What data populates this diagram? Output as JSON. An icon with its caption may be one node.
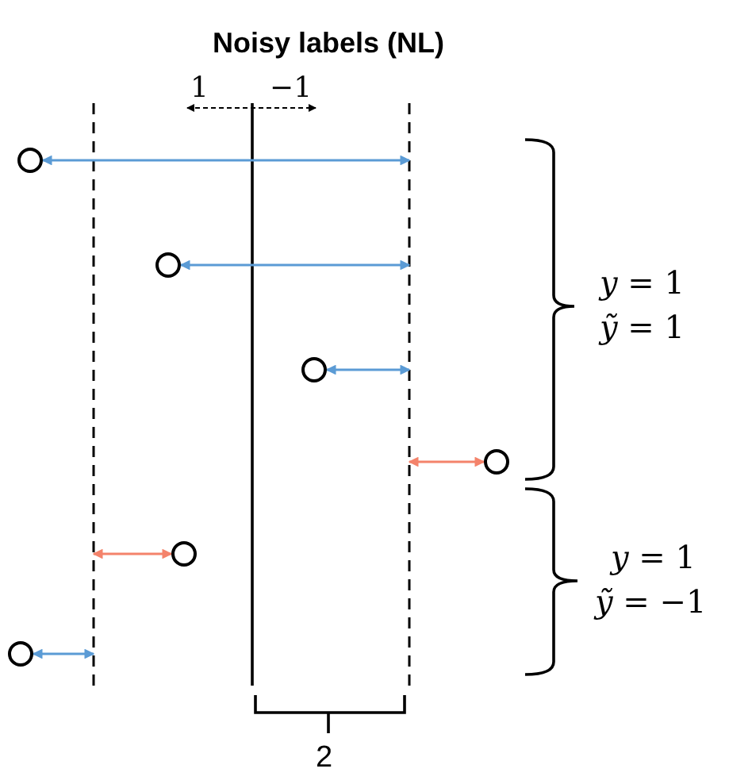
{
  "diagram": {
    "title": "Noisy labels (NL)",
    "nodes": [
      {
        "text": [],
        "shape": "circle"
      },
      {
        "text": [],
        "shape": "circle"
      },
      {
        "text": [],
        "shape": "circle"
      },
      {
        "text": [],
        "shape": "circle"
      },
      {
        "text": [],
        "shape": "circle"
      },
      {
        "text": [],
        "shape": "circle"
      }
    ],
    "edges": [
      {
        "from": 0,
        "to": null,
        "arrow": "both"
      },
      {
        "from": 1,
        "to": null,
        "arrow": "both"
      },
      {
        "from": 2,
        "to": null,
        "arrow": "both"
      },
      {
        "from": 3,
        "to": null,
        "arrow": "both",
        "color": "#f4836b"
      },
      {
        "from": 4,
        "to": null,
        "arrow": "both",
        "color": "#f4836b"
      },
      {
        "from": 5,
        "to": null,
        "arrow": "both"
      }
    ],
    "labels": [
      "1",
      "−1",
      "*y* = 1",
      "*ỹ* = 1",
      "*y* = 1",
      "*ỹ* = −1",
      "2"
    ]
  }
}
